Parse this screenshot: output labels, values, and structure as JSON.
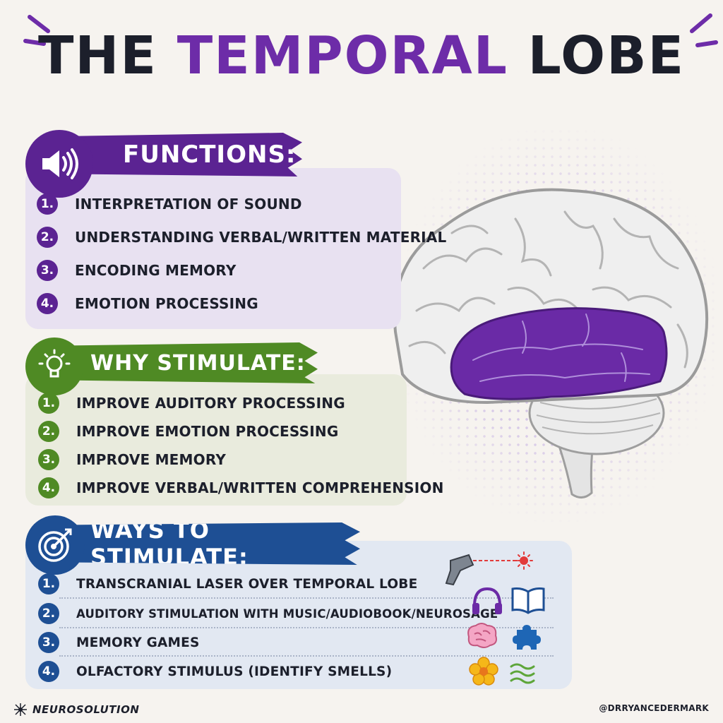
{
  "title": {
    "part1": "THE ",
    "part2": "TEMPORAL",
    "part3": " LOBE"
  },
  "colors": {
    "purple": "#5b2392",
    "green": "#4f8a24",
    "blue": "#1e4f94",
    "dark": "#1c1f2b",
    "lobe": "#6d2ca8"
  },
  "functions": {
    "header": "FUNCTIONS:",
    "icon": "speaker-icon",
    "items": [
      {
        "num": "1.",
        "text": "INTERPRETATION OF SOUND"
      },
      {
        "num": "2.",
        "text": "UNDERSTANDING VERBAL/WRITTEN MATERIAL"
      },
      {
        "num": "3.",
        "text": "ENCODING MEMORY"
      },
      {
        "num": "4.",
        "text": "EMOTION PROCESSING"
      }
    ]
  },
  "why": {
    "header": "WHY STIMULATE:",
    "icon": "lightbulb-icon",
    "items": [
      {
        "num": "1.",
        "text": "IMPROVE AUDITORY PROCESSING"
      },
      {
        "num": "2.",
        "text": "IMPROVE EMOTION PROCESSING"
      },
      {
        "num": "3.",
        "text": "IMPROVE MEMORY"
      },
      {
        "num": "4.",
        "text": "IMPROVE VERBAL/WRITTEN COMPREHENSION"
      }
    ]
  },
  "ways": {
    "header": "WAYS TO STIMULATE:",
    "icon": "target-icon",
    "items": [
      {
        "num": "1.",
        "text": "TRANSCRANIAL LASER OVER TEMPORAL LOBE",
        "icons": [
          "laser-icon"
        ]
      },
      {
        "num": "2.",
        "text": "AUDITORY STIMULATION WITH MUSIC/AUDIOBOOK/NEUROSAGE",
        "icons": [
          "headphones-icon",
          "book-icon"
        ]
      },
      {
        "num": "3.",
        "text": "MEMORY GAMES",
        "icons": [
          "brain-icon",
          "puzzle-icon"
        ]
      },
      {
        "num": "4.",
        "text": "OLFACTORY STIMULUS (IDENTIFY SMELLS)",
        "icons": [
          "flower-icon",
          "smell-waves-icon"
        ]
      }
    ]
  },
  "footer": {
    "brand": "NEUROSOLUTION",
    "handle": "@DRRYANCEDERMARK"
  }
}
